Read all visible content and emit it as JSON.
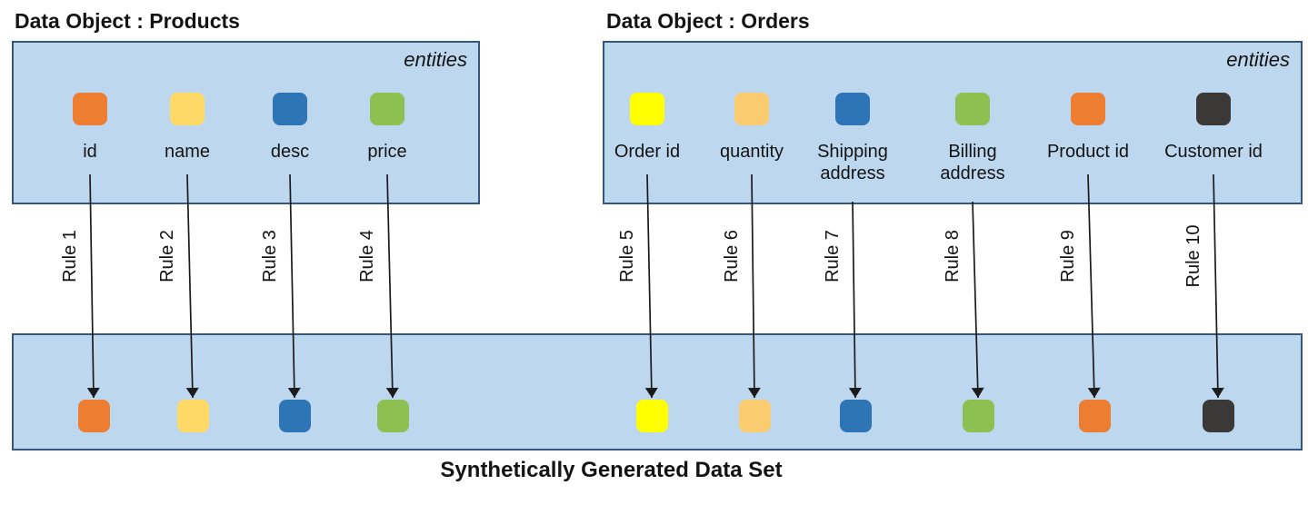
{
  "objects": [
    {
      "title": "Data Object : Products",
      "corner_label": "entities",
      "entities": [
        {
          "label": "id",
          "color": "#ED7D31"
        },
        {
          "label": "name",
          "color": "#FFD966"
        },
        {
          "label": "desc",
          "color": "#2E75B6"
        },
        {
          "label": "price",
          "color": "#8CC152"
        }
      ]
    },
    {
      "title": "Data Object : Orders",
      "corner_label": "entities",
      "entities": [
        {
          "label": "Order id",
          "color": "#FFFF00"
        },
        {
          "label": "quantity",
          "color": "#FBCB6F"
        },
        {
          "label": "Shipping address",
          "color": "#2E75B6"
        },
        {
          "label": "Billing address",
          "color": "#8CC152"
        },
        {
          "label": "Product id",
          "color": "#ED7D31"
        },
        {
          "label": "Customer id",
          "color": "#3B3838"
        }
      ]
    }
  ],
  "rules": [
    "Rule 1",
    "Rule 2",
    "Rule 3",
    "Rule 4",
    "Rule 5",
    "Rule 6",
    "Rule 7",
    "Rule 8",
    "Rule 9",
    "Rule 10"
  ],
  "output_box": {
    "caption": "Synthetically Generated Data Set"
  },
  "colors": {
    "box_fill": "#BDD7EE",
    "box_border": "#35567F",
    "arrow": "#1b1b1b",
    "text": "#141414"
  }
}
